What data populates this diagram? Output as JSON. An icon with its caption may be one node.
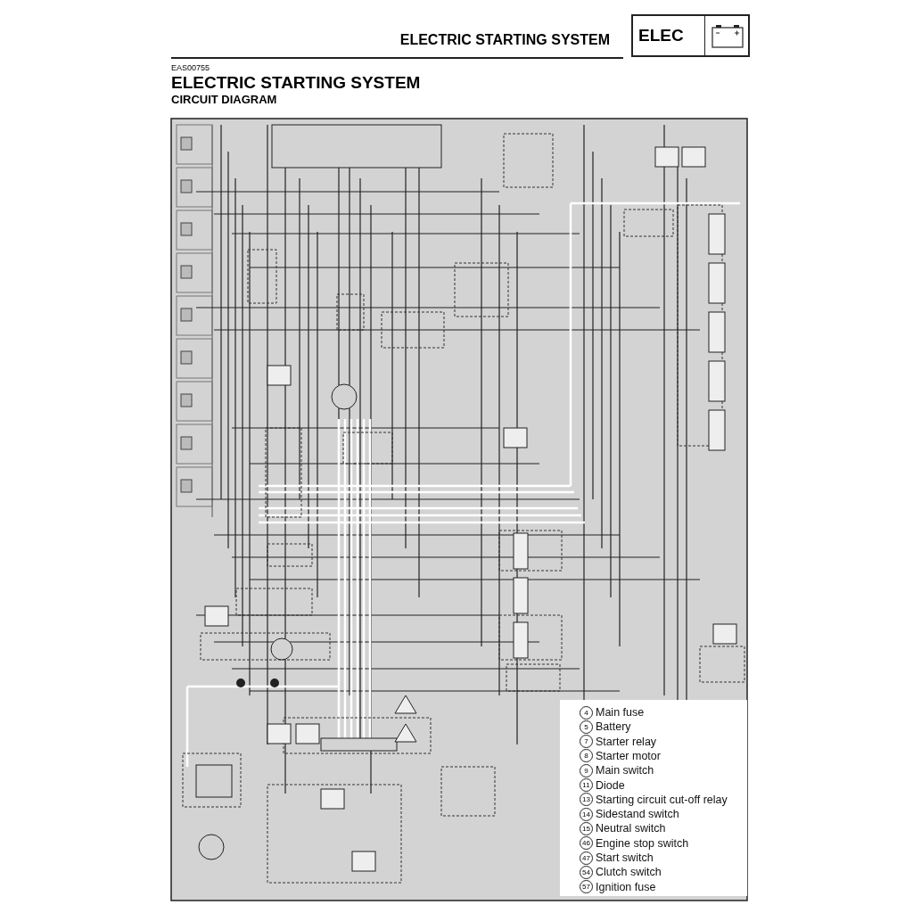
{
  "diagram": {
    "title": "ELECTRIC STARTING SYSTEM",
    "labels": [
      "ELECTRIC STARTING SYSTEM",
      "ELEC",
      "EAS00755",
      "CIRCUIT DIAGRAM",
      "4",
      "Main fuse",
      "5",
      "Battery",
      "7",
      "Starter relay",
      "8",
      "Starter motor",
      "9",
      "Main switch",
      "11",
      "Diode",
      "13",
      "Starting circuit cut-off relay",
      "14",
      "Sidestand switch",
      "15",
      "Neutral switch",
      "46",
      "Engine stop switch",
      "47",
      "Start switch",
      "54",
      "Clutch switch",
      "57",
      "Ignition fuse"
    ]
  }
}
